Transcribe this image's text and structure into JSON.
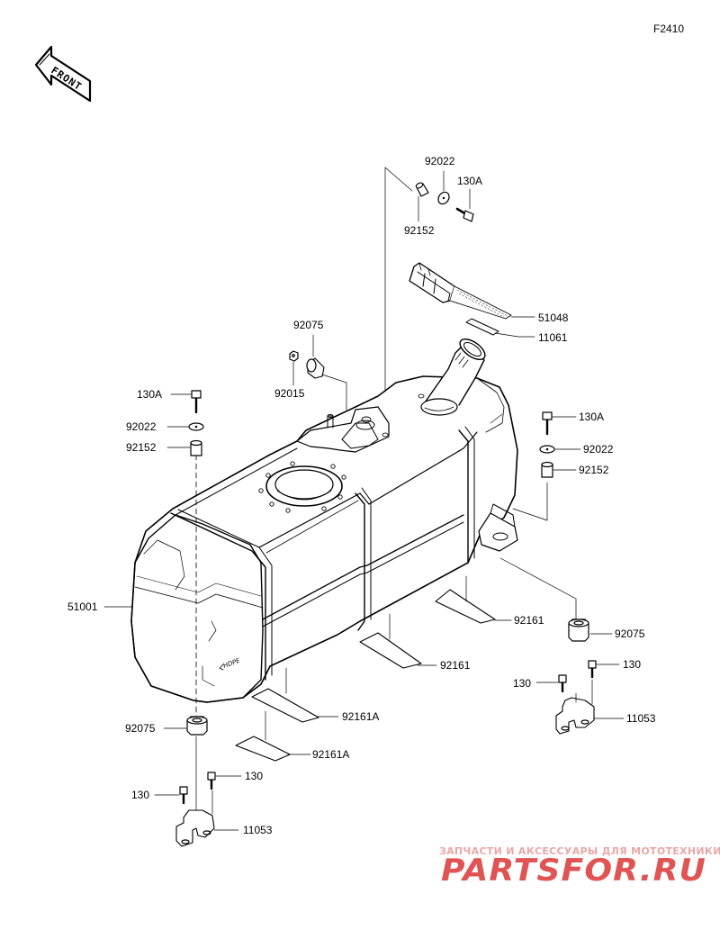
{
  "diagram_code": "F2410",
  "front_badge": "FRONT",
  "watermark": {
    "tagline": "ЗАПЧАСТИ И АКСЕССУАРЫ ДЛЯ МОТОТЕХНИКИ",
    "brand": "PARTSFOR.RU"
  },
  "tank_marking": "HDPE",
  "part_labels": {
    "p92022_top": "92022",
    "p130a_top": "130A",
    "p92152_top": "92152",
    "p51048": "51048",
    "p11061": "11061",
    "p92075_top": "92075",
    "p92015": "92015",
    "p130a_left": "130A",
    "p92022_left": "92022",
    "p92152_left": "92152",
    "p130a_right": "130A",
    "p92022_right": "92022",
    "p92152_right": "92152",
    "p51001": "51001",
    "p92161_right": "92161",
    "p92161_mid": "92161",
    "p92075_right": "92075",
    "p130_right_a": "130",
    "p130_right_b": "130",
    "p11053_right": "11053",
    "p92075_left": "92075",
    "p92161a_upper": "92161A",
    "p92161a_lower": "92161A",
    "p130_left_a": "130",
    "p130_left_b": "130",
    "p11053_left": "11053"
  }
}
